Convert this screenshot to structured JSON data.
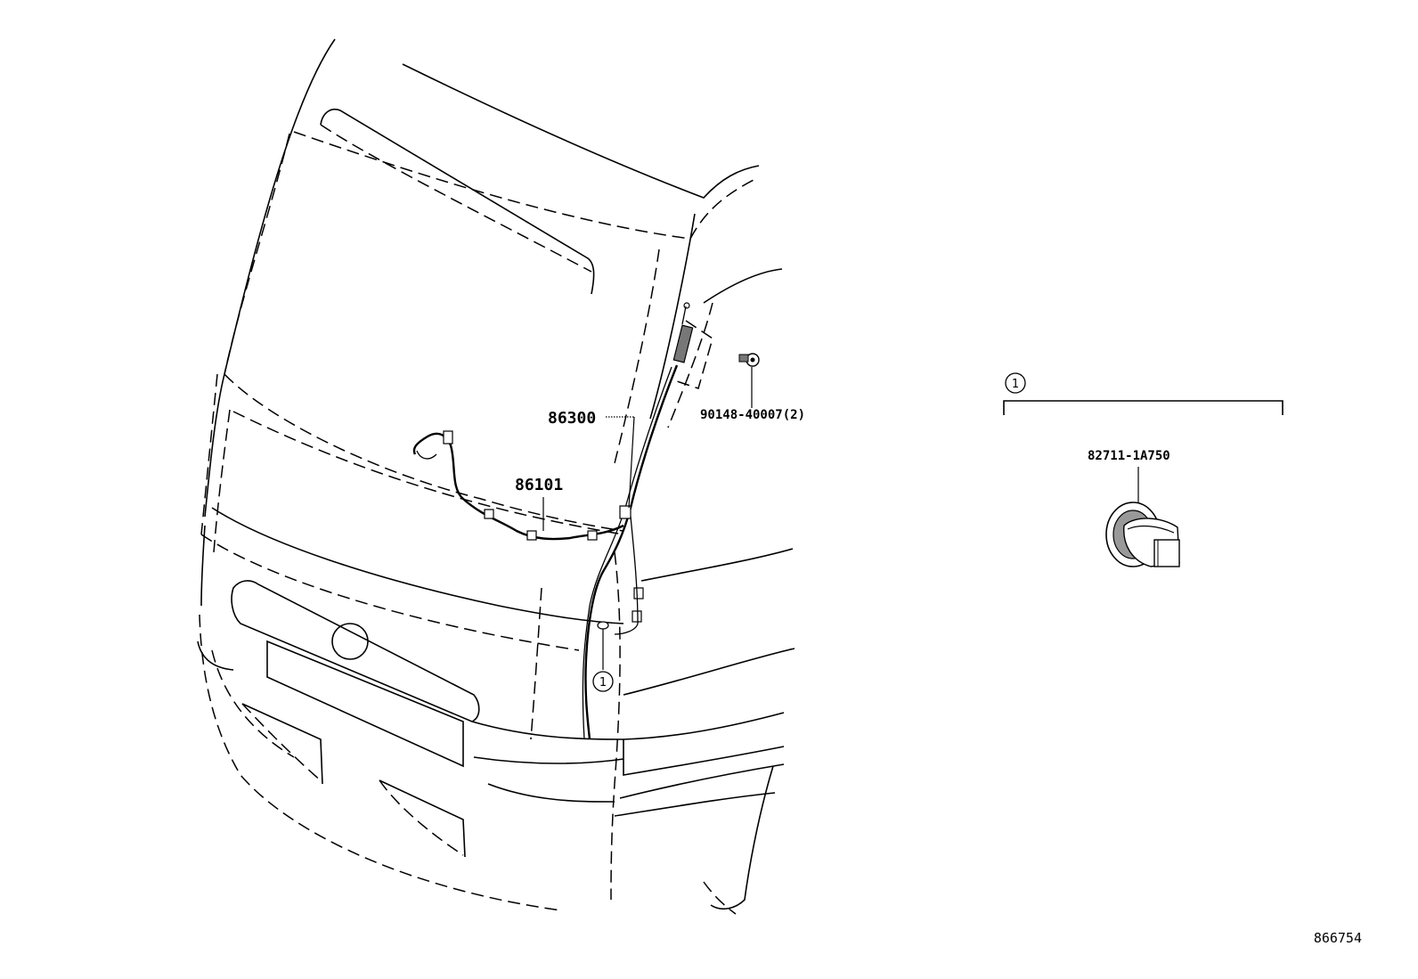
{
  "callouts": {
    "wiring_harness": "86300",
    "cord_assembly": "86101",
    "screw": "90148-40007(2)",
    "clip_part": "82711-1A750"
  },
  "detail_reference": "1",
  "location_reference": "1",
  "illustration_number": "866754"
}
